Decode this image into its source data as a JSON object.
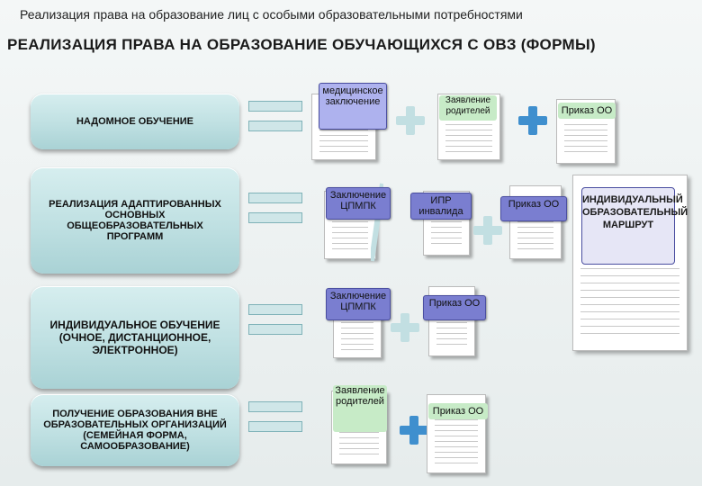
{
  "header": {
    "top_title": "Реализация права на образование лиц с особыми образовательными потребностями",
    "main_title": "РЕАЛИЗАЦИЯ ПРАВА НА ОБРАЗОВАНИЕ ОБУЧАЮЩИХСЯ С ОВЗ (ФОРМЫ)"
  },
  "forms": [
    {
      "label": "НАДОМНОЕ ОБУЧЕНИЕ"
    },
    {
      "label": "РЕАЛИЗАЦИЯ АДАПТИРОВАННЫХ ОСНОВНЫХ ОБЩЕОБРАЗОВАТЕЛЬНЫХ ПРОГРАММ"
    },
    {
      "label": "ИНДИВИДУАЛЬНОЕ ОБУЧЕНИЕ (ОЧНОЕ, ДИСТАНЦИОННОЕ, ЭЛЕКТРОННОЕ)"
    },
    {
      "label": "ПОЛУЧЕНИЕ ОБРАЗОВАНИЯ ВНЕ ОБРАЗОВАТЕЛЬНЫХ ОРГАНИЗАЦИЙ (СЕМЕЙНАЯ ФОРМА, САМООБРАЗОВАНИЕ)"
    }
  ],
  "documents": {
    "row1": {
      "medical": "медицинское заключение",
      "application": "Заявление родителей",
      "order": "Приказ ОО"
    },
    "row2": {
      "pmpk": "Заключение ЦПМПК",
      "ipr": "ИПР инвалида",
      "order": "Приказ ОО"
    },
    "row3": {
      "pmpk": "Заключение ЦПМПК",
      "order": "Приказ ОО"
    },
    "row4": {
      "application": "Заявление родителей",
      "order": "Приказ ОО"
    }
  },
  "route": {
    "label": "ИНДИВИДУАЛЬНЫЙ ОБРАЗОВАТЕЛЬНЫЙ МАРШРУТ"
  },
  "icons": [
    "equals-sign",
    "plus-icon",
    "slash-divider",
    "document-icon"
  ],
  "colors": {
    "form_box": "#bfe0e2",
    "doc_label": "#7a7ed0",
    "plus_blue": "#3f8fce",
    "plus_pale": "#c2dfe2"
  }
}
